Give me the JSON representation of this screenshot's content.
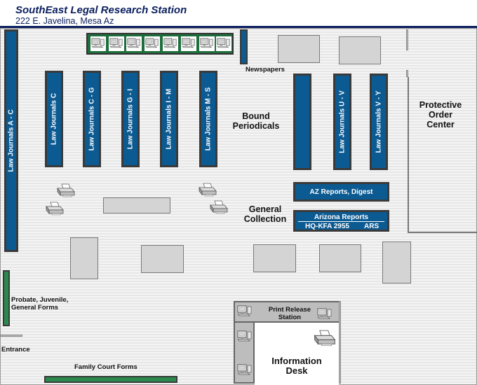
{
  "header": {
    "title": "SouthEast Legal Research Station",
    "address": "222 E. Javelina, Mesa Az"
  },
  "shelves": {
    "law_journals_a_c": "Law Journals A - C",
    "law_journals_c": "Law Journals C",
    "law_journals_c_g": "Law Journals C - G",
    "law_journals_g_i": "Law Journals G - I",
    "law_journals_i_m": "Law Journals I - M",
    "law_journals_m_s": "Law Journals M - S",
    "law_journals_u_v": "Law Journals U - V",
    "law_journals_v_y": "Law Journals V - Y",
    "az_reports_digest": "AZ Reports, Digest",
    "arizona_reports": "Arizona Reports",
    "call_number": "HQ-KFA 2955",
    "ars": "ARS"
  },
  "areas": {
    "newspapers": "Newspapers",
    "bound_periodicals_line1": "Bound",
    "bound_periodicals_line2": "Periodicals",
    "general_collection_line1": "General",
    "general_collection_line2": "Collection",
    "protective_line1": "Protective",
    "protective_line2": "Order",
    "protective_line3": "Center",
    "probate_line1": "Probate, Juvenile,",
    "probate_line2": "General Forms",
    "entrance": "Entrance",
    "family_court_forms": "Family Court Forms",
    "print_release_line1": "Print Release",
    "print_release_line2": "Station",
    "info_desk_line1": "Information",
    "info_desk_line2": "Desk"
  },
  "icons": {
    "computer": "computer-icon",
    "printer": "printer-icon"
  },
  "colors": {
    "shelf_blue": "#0c5a92",
    "header_navy": "#0b1f5e",
    "computer_bar_green": "#1e6e3c"
  }
}
